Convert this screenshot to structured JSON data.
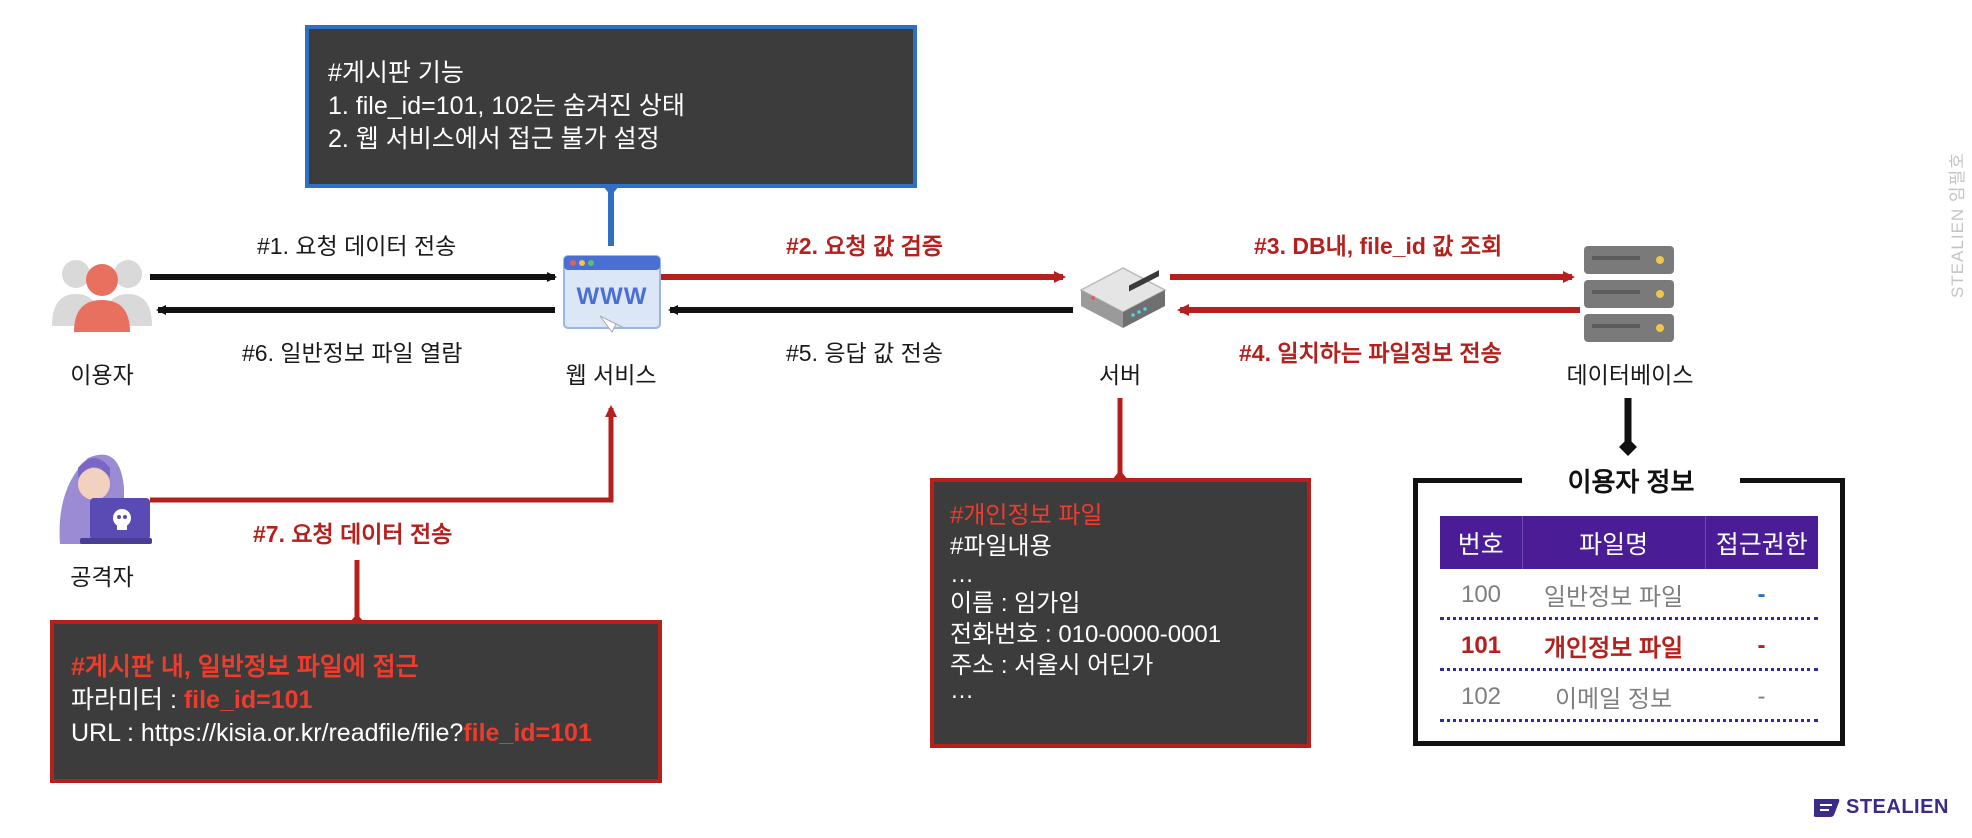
{
  "nodes": {
    "user": "이용자",
    "web_service": "웹 서비스",
    "server": "서버",
    "database": "데이터베이스",
    "attacker": "공격자"
  },
  "arrows": {
    "a1": "#1. 요청 데이터 전송",
    "a2": "#2. 요청 값 검증",
    "a3": "#3. DB내, file_id 값 조회",
    "a4": "#4. 일치하는 파일정보 전송",
    "a5": "#5. 응답 값 전송",
    "a6": "#6. 일반정보 파일 열람",
    "a7": "#7. 요청 데이터 전송"
  },
  "board_box": {
    "line1": "#게시판 기능",
    "line2": "1. file_id=101, 102는 숨겨진 상태",
    "line3": "2. 웹 서비스에서 접근 불가 설정"
  },
  "attack_box": {
    "title": "#게시판 내, 일반정보 파일에 접근",
    "param_label": "파라미터 : ",
    "param_value": "file_id=101",
    "url_label": "URL :  https://kisia.or.kr/readfile/file?",
    "url_value": "file_id=101"
  },
  "private_box": {
    "title": "#개인정보 파일",
    "line1": "#파일내용",
    "line2": "…",
    "line3": "이름 : 임가입",
    "line4": "전화번호 : 010-0000-0001",
    "line5": "주소 : 서울시 어딘가",
    "line6": "…"
  },
  "user_table": {
    "title": "이용자 정보",
    "headers": [
      "번호",
      "파일명",
      "접근권한"
    ],
    "rows": [
      {
        "no": "100",
        "name": "일반정보 파일",
        "perm": "-"
      },
      {
        "no": "101",
        "name": "개인정보 파일",
        "perm": "-"
      },
      {
        "no": "102",
        "name": "이메일 정보",
        "perm": "-"
      }
    ]
  },
  "watermark": "STEALIEN 임필호",
  "logo": "STEALIEN",
  "colors": {
    "red": "#b5201d",
    "blue": "#2f6fc4",
    "box": "#3c3c3c",
    "table_header": "#4a1d96"
  }
}
